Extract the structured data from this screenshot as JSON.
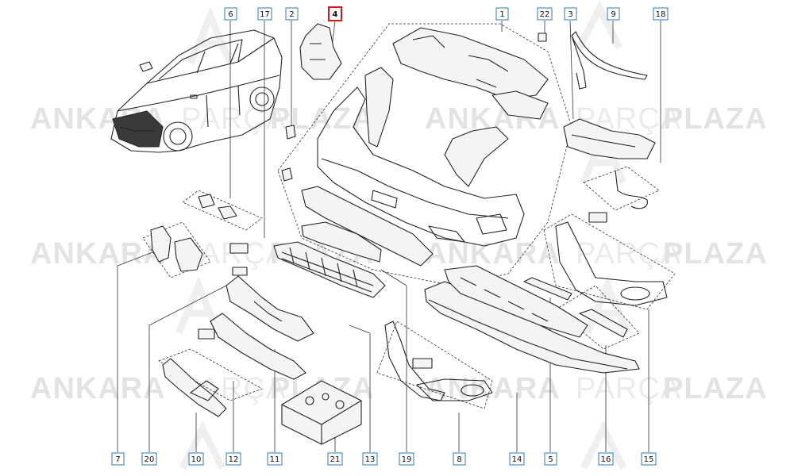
{
  "watermark": {
    "left": "ANKARA",
    "middle": "PARÇA",
    "right": "PLAZA"
  },
  "callouts": [
    {
      "id": "c6",
      "label": "6",
      "highlight": false
    },
    {
      "id": "c17",
      "label": "17",
      "highlight": false
    },
    {
      "id": "c2",
      "label": "2",
      "highlight": false
    },
    {
      "id": "c4",
      "label": "4",
      "highlight": true
    },
    {
      "id": "c1",
      "label": "1",
      "highlight": false
    },
    {
      "id": "c22",
      "label": "22",
      "highlight": false
    },
    {
      "id": "c3",
      "label": "3",
      "highlight": false
    },
    {
      "id": "c9",
      "label": "9",
      "highlight": false
    },
    {
      "id": "c18",
      "label": "18",
      "highlight": false
    },
    {
      "id": "c7",
      "label": "7",
      "highlight": false
    },
    {
      "id": "c20",
      "label": "20",
      "highlight": false
    },
    {
      "id": "c10",
      "label": "10",
      "highlight": false
    },
    {
      "id": "c12",
      "label": "12",
      "highlight": false
    },
    {
      "id": "c11",
      "label": "11",
      "highlight": false
    },
    {
      "id": "c21",
      "label": "21",
      "highlight": false
    },
    {
      "id": "c13",
      "label": "13",
      "highlight": false
    },
    {
      "id": "c19",
      "label": "19",
      "highlight": false
    },
    {
      "id": "c8",
      "label": "8",
      "highlight": false
    },
    {
      "id": "c14",
      "label": "14",
      "highlight": false
    },
    {
      "id": "c5",
      "label": "5",
      "highlight": false
    },
    {
      "id": "c16",
      "label": "16",
      "highlight": false
    },
    {
      "id": "c15",
      "label": "15",
      "highlight": false
    }
  ],
  "colors": {
    "callout_border": "#2a7fb8",
    "highlight_border": "#e0101a",
    "watermark": "#e3e3e3"
  }
}
